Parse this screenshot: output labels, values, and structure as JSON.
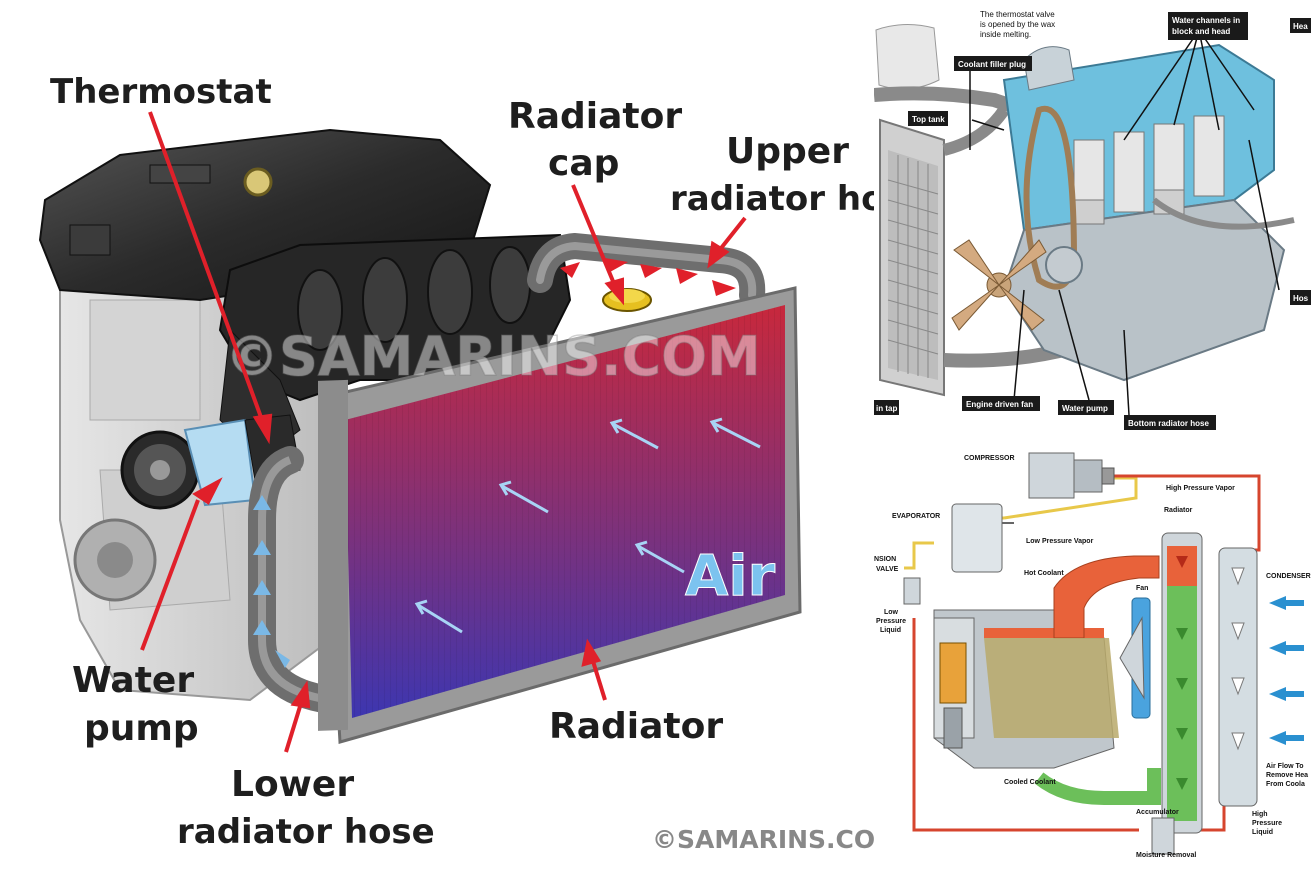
{
  "left_panel": {
    "labels": {
      "thermostat": "Thermostat",
      "radiator_cap_1": "Radiator",
      "radiator_cap_2": "cap",
      "upper_hose_1": "Upper",
      "upper_hose_2": "radiator hose",
      "water_pump_1": "Water",
      "water_pump_2": "pump",
      "radiator": "Radiator",
      "lower_hose_1": "Lower",
      "lower_hose_2": "radiator hose",
      "air": "Air"
    },
    "watermark": "©SAMARINS.COM",
    "copyright": "©SAMARINS.COM"
  },
  "top_right_panel": {
    "notes": {
      "thermostat_note_1": "The thermostat valve",
      "thermostat_note_2": "is opened by the wax",
      "thermostat_note_3": "inside melting."
    },
    "labels": {
      "coolant_filler_plug": "Coolant filler plug",
      "top_tank": "Top tank",
      "water_channels_1": "Water channels in",
      "water_channels_2": "block and head",
      "heater_partial": "Hea",
      "hose_partial": "Hos",
      "drain_tap_partial": "in tap",
      "engine_driven_fan": "Engine driven fan",
      "water_pump": "Water pump",
      "bottom_radiator_hose": "Bottom radiator hose"
    }
  },
  "bottom_right_panel": {
    "labels": {
      "compressor": "COMPRESSOR",
      "high_pressure_vapor": "High Pressure Vapor",
      "evaporator": "EVAPORATOR",
      "low_pressure_vapor": "Low Pressure Vapor",
      "radiator": "Radiator",
      "expansion_valve_1": "NSION",
      "expansion_valve_2": "VALVE",
      "hot_coolant": "Hot Coolant",
      "fan": "Fan",
      "condenser": "CONDENSER",
      "low_pressure_liquid_1": "Low",
      "low_pressure_liquid_2": "Pressure",
      "low_pressure_liquid_3": "Liquid",
      "air_flow_1": "Air Flow To",
      "air_flow_2": "Remove Hea",
      "air_flow_3": "From Coola",
      "cooled_coolant": "Cooled Coolant",
      "accumulator": "Accumulator",
      "high_pressure_liquid_1": "High",
      "high_pressure_liquid_2": "Pressure",
      "high_pressure_liquid_3": "Liquid",
      "moisture_removal": "Moisture Removal"
    }
  },
  "colors": {
    "label_red": "#e0202a",
    "flow_blue": "#7ab8e6",
    "air_text": "#7cc3ef",
    "coolant_hot": "#e8623a",
    "coolant_cool": "#6cbf5a",
    "refrigerant_hot": "#d6452e",
    "refrigerant_cool": "#e8c84a",
    "airflow_arrow": "#2a90d0"
  },
  "icons": [
    "red-pointer-arrow",
    "blue-flow-arrow",
    "white-air-arrow",
    "blue-airflow-arrow"
  ]
}
